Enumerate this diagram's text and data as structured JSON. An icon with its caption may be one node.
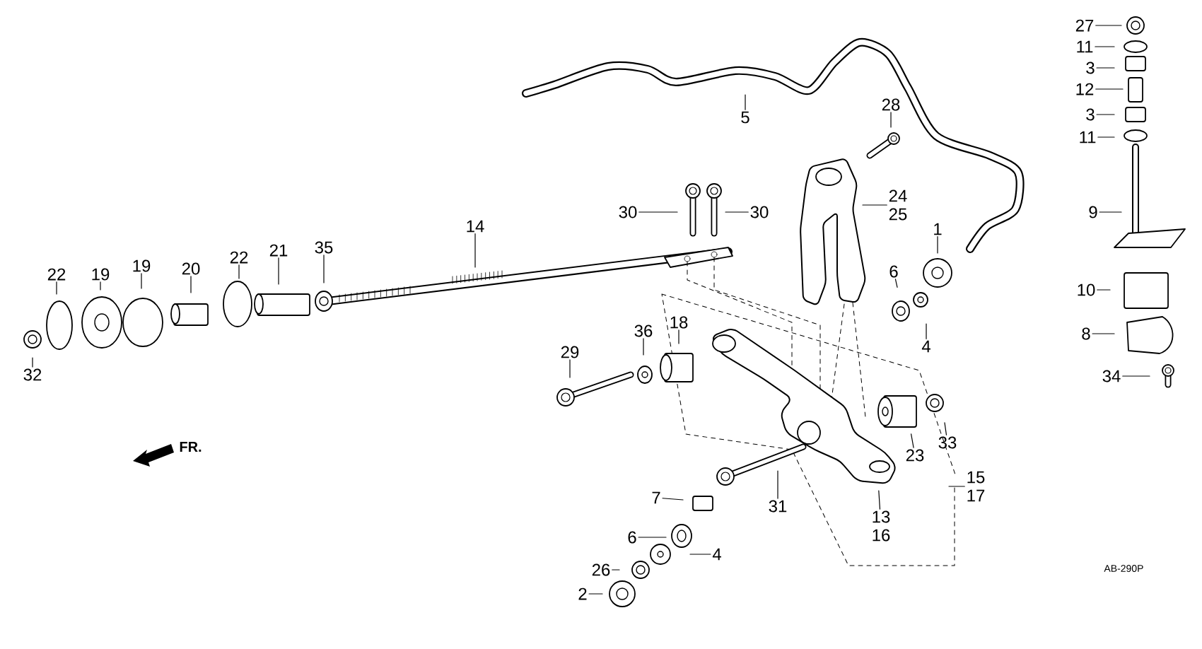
{
  "diagram": {
    "nodes": [
      {
        "text": [
          "27"
        ]
      },
      {
        "text": [
          "11"
        ]
      },
      {
        "text": [
          "3"
        ]
      },
      {
        "text": [
          "12"
        ]
      },
      {
        "text": [
          "3"
        ]
      },
      {
        "text": [
          "11"
        ]
      },
      {
        "text": [
          "9"
        ]
      },
      {
        "text": [
          "10"
        ]
      },
      {
        "text": [
          "8"
        ]
      },
      {
        "text": [
          "34"
        ]
      },
      {
        "text": [
          "28"
        ]
      },
      {
        "text": [
          "5"
        ]
      },
      {
        "text": [
          "24",
          "25"
        ]
      },
      {
        "text": [
          "1"
        ]
      },
      {
        "text": [
          "6"
        ]
      },
      {
        "text": [
          "4"
        ]
      },
      {
        "text": [
          "30"
        ]
      },
      {
        "text": [
          "30"
        ]
      },
      {
        "text": [
          "14"
        ]
      },
      {
        "text": [
          "35"
        ]
      },
      {
        "text": [
          "21"
        ]
      },
      {
        "text": [
          "22"
        ]
      },
      {
        "text": [
          "20"
        ]
      },
      {
        "text": [
          "19"
        ]
      },
      {
        "text": [
          "19"
        ]
      },
      {
        "text": [
          "22"
        ]
      },
      {
        "text": [
          "32"
        ]
      },
      {
        "text": [
          "29"
        ]
      },
      {
        "text": [
          "36"
        ]
      },
      {
        "text": [
          "18"
        ]
      },
      {
        "text": [
          "23"
        ]
      },
      {
        "text": [
          "33"
        ]
      },
      {
        "text": [
          "15",
          "17"
        ]
      },
      {
        "text": [
          "13",
          "16"
        ]
      },
      {
        "text": [
          "31"
        ]
      },
      {
        "text": [
          "7"
        ]
      },
      {
        "text": [
          "6"
        ]
      },
      {
        "text": [
          "4"
        ]
      },
      {
        "text": [
          "26"
        ]
      },
      {
        "text": [
          "2"
        ]
      }
    ],
    "edges": [
      {
        "from": 0,
        "to": null,
        "arrow": "none"
      },
      {
        "from": 1,
        "to": null,
        "arrow": "none"
      },
      {
        "from": 2,
        "to": null,
        "arrow": "none"
      },
      {
        "from": 3,
        "to": null,
        "arrow": "none"
      },
      {
        "from": 4,
        "to": null,
        "arrow": "none"
      },
      {
        "from": 5,
        "to": null,
        "arrow": "none"
      },
      {
        "from": 6,
        "to": null,
        "arrow": "none"
      },
      {
        "from": 7,
        "to": null,
        "arrow": "none"
      },
      {
        "from": 8,
        "to": null,
        "arrow": "none"
      },
      {
        "from": 9,
        "to": null,
        "arrow": "none"
      },
      {
        "from": 10,
        "to": null,
        "arrow": "none"
      },
      {
        "from": 11,
        "to": null,
        "arrow": "none"
      },
      {
        "from": 12,
        "to": null,
        "arrow": "none"
      },
      {
        "from": 13,
        "to": null,
        "arrow": "none"
      },
      {
        "from": 14,
        "to": null,
        "arrow": "none"
      },
      {
        "from": 15,
        "to": null,
        "arrow": "none"
      },
      {
        "from": 16,
        "to": null,
        "arrow": "none"
      },
      {
        "from": 17,
        "to": null,
        "arrow": "none"
      },
      {
        "from": 18,
        "to": null,
        "arrow": "none"
      },
      {
        "from": 19,
        "to": null,
        "arrow": "none"
      },
      {
        "from": 20,
        "to": null,
        "arrow": "none"
      },
      {
        "from": 21,
        "to": null,
        "arrow": "none"
      },
      {
        "from": 22,
        "to": null,
        "arrow": "none"
      },
      {
        "from": 23,
        "to": null,
        "arrow": "none"
      },
      {
        "from": 24,
        "to": null,
        "arrow": "none"
      },
      {
        "from": 25,
        "to": null,
        "arrow": "none"
      },
      {
        "from": 26,
        "to": null,
        "arrow": "none"
      },
      {
        "from": 27,
        "to": null,
        "arrow": "none"
      },
      {
        "from": 28,
        "to": null,
        "arrow": "none"
      },
      {
        "from": 29,
        "to": null,
        "arrow": "none"
      },
      {
        "from": 30,
        "to": null,
        "arrow": "none"
      },
      {
        "from": 31,
        "to": null,
        "arrow": "none"
      },
      {
        "from": 32,
        "to": null,
        "arrow": "none"
      },
      {
        "from": 33,
        "to": null,
        "arrow": "none"
      },
      {
        "from": 34,
        "to": null,
        "arrow": "none"
      },
      {
        "from": 35,
        "to": null,
        "arrow": "none"
      },
      {
        "from": 36,
        "to": null,
        "arrow": "none"
      },
      {
        "from": 37,
        "to": null,
        "arrow": "none"
      },
      {
        "from": 38,
        "to": null,
        "arrow": "none"
      },
      {
        "from": 39,
        "to": null,
        "arrow": "none"
      }
    ],
    "labels": [
      "FR.",
      "AB-290P"
    ]
  }
}
